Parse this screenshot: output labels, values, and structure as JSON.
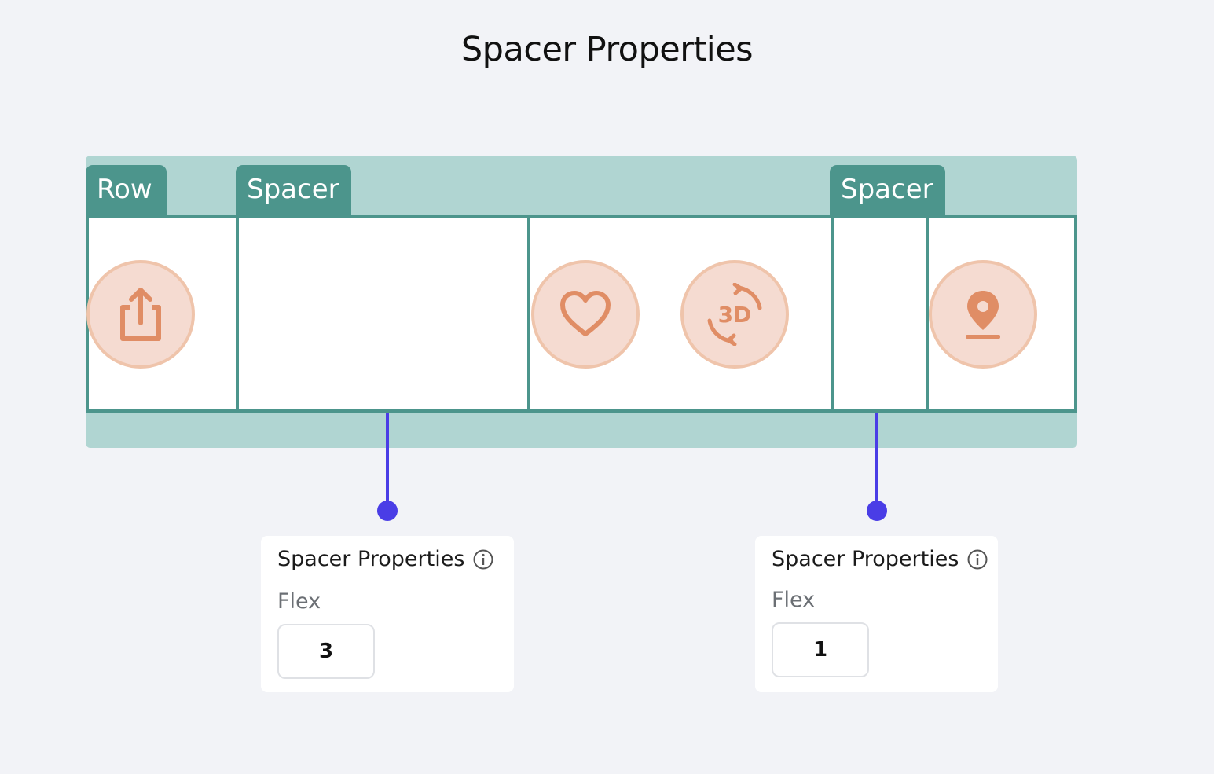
{
  "title": "Spacer Properties",
  "tabs": {
    "row": "Row",
    "spacer_a": "Spacer",
    "spacer_b": "Spacer"
  },
  "icons": [
    "share-icon",
    "heart-icon",
    "3d-rotate-icon",
    "location-pin-icon"
  ],
  "icon_3d_text": "3D",
  "panels": [
    {
      "heading": "Spacer Properties",
      "field_label": "Flex",
      "flex_value": "3"
    },
    {
      "heading": "Spacer Properties",
      "field_label": "Flex",
      "flex_value": "1"
    }
  ],
  "colors": {
    "row_background": "#b0d5d2",
    "tab_and_border": "#4c958c",
    "icon_fill": "#f5dbd1",
    "icon_stroke": "#e08d65",
    "connector": "#4a3de6"
  }
}
